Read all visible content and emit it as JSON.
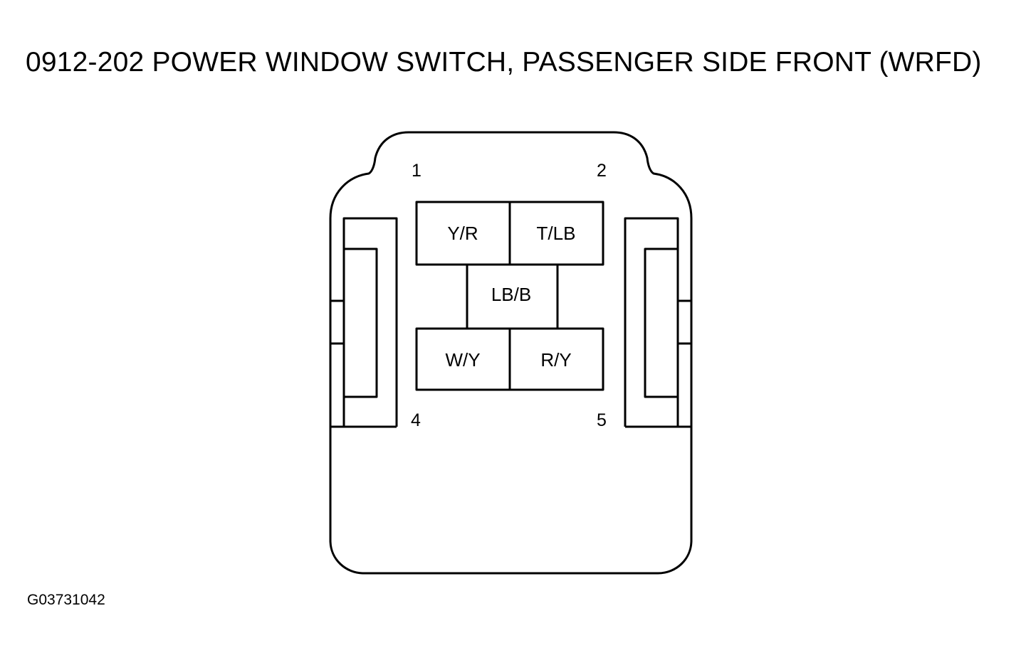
{
  "title": "0912-202 POWER WINDOW SWITCH, PASSENGER SIDE FRONT (WRFD)",
  "figure_id": "G03731042",
  "pins": {
    "pin1": "1",
    "pin2": "2",
    "pin4": "4",
    "pin5": "5"
  },
  "wires": {
    "y_r": "Y/R",
    "t_lb": "T/LB",
    "lb_b": "LB/B",
    "w_y": "W/Y",
    "r_y": "R/Y"
  },
  "colors": {
    "line": "#000000",
    "background": "#ffffff"
  }
}
